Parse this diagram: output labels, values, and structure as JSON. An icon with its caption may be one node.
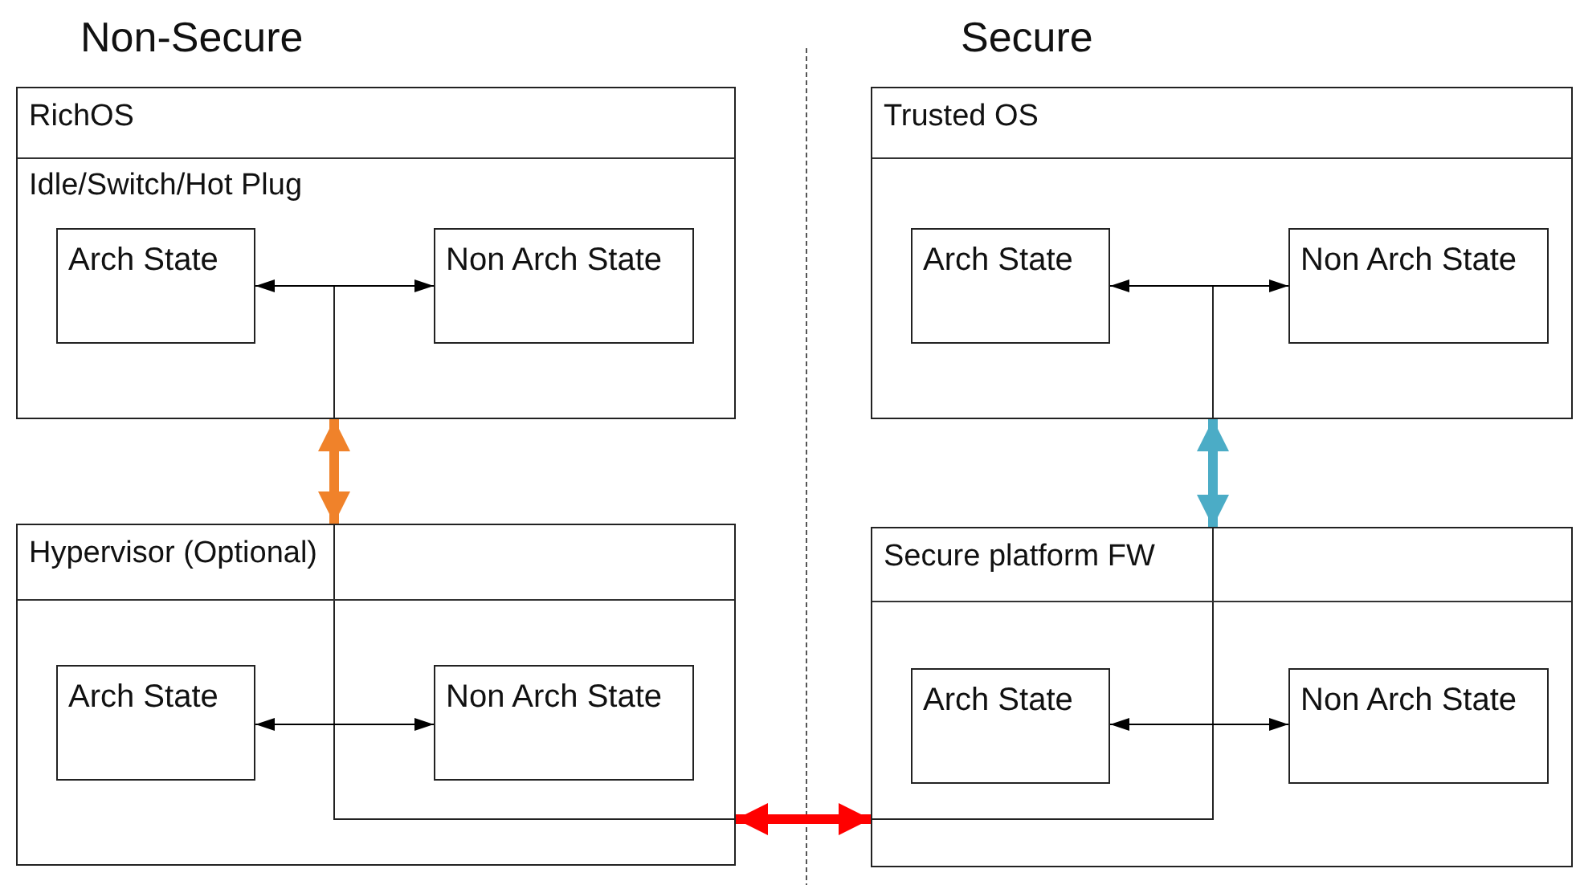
{
  "diagram": {
    "nodes": [
      {
        "text": [
          "RichOS",
          "Idle/Switch/Hot Plug"
        ]
      },
      {
        "text": [
          "Arch State"
        ],
        "in": 0
      },
      {
        "text": [
          "Non Arch State"
        ],
        "in": 0
      },
      {
        "text": [
          "Trusted OS"
        ]
      },
      {
        "text": [
          "Arch State"
        ],
        "in": 3
      },
      {
        "text": [
          "Non Arch State"
        ],
        "in": 3
      },
      {
        "text": [
          "Hypervisor (Optional)"
        ]
      },
      {
        "text": [
          "Arch State"
        ],
        "in": 6
      },
      {
        "text": [
          "Non Arch State"
        ],
        "in": 6
      },
      {
        "text": [
          "Secure platform FW"
        ]
      },
      {
        "text": [
          "Arch State"
        ],
        "in": 9
      },
      {
        "text": [
          "Non Arch State"
        ],
        "in": 9
      }
    ],
    "edges": [
      {
        "from": 1,
        "to": 2,
        "arrow": "both"
      },
      {
        "from": 4,
        "to": 5,
        "arrow": "both"
      },
      {
        "from": 7,
        "to": 8,
        "arrow": "both"
      },
      {
        "from": 10,
        "to": 11,
        "arrow": "both"
      },
      {
        "from": 0,
        "to": 6,
        "arrow": "both",
        "style": "thick",
        "color": "#f0822a"
      },
      {
        "from": 3,
        "to": 9,
        "arrow": "both",
        "style": "thick",
        "color": "#4bacc6"
      },
      {
        "from": 6,
        "to": 9,
        "arrow": "both",
        "style": "thick",
        "color": "#ff0000"
      }
    ],
    "labels": [
      "Non-Secure",
      "Secure"
    ]
  }
}
